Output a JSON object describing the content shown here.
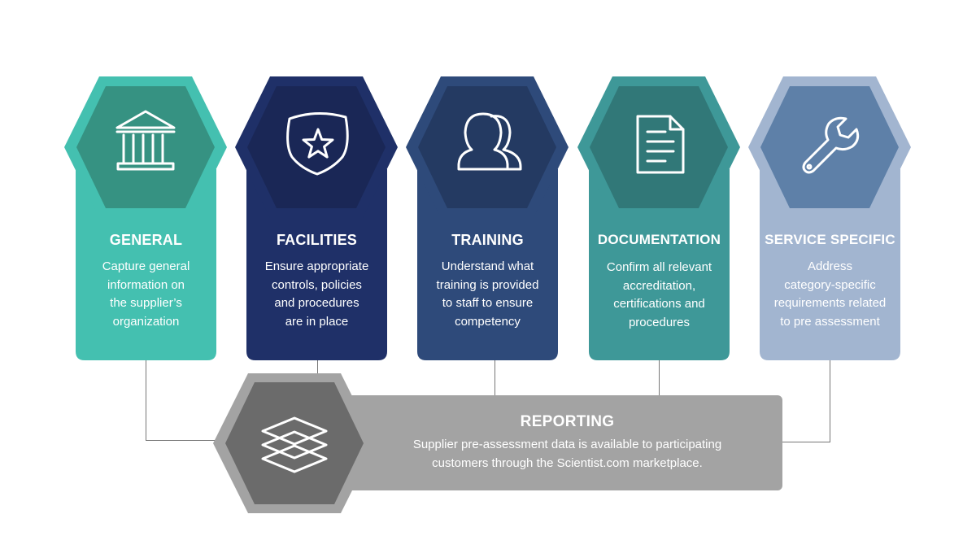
{
  "colors": {
    "general": {
      "outer": "#44c0b0",
      "inner": "#369282",
      "body": "#44c0b0"
    },
    "facilities": {
      "outer": "#1f3068",
      "inner": "#1a2756",
      "body": "#1f3068"
    },
    "training": {
      "outer": "#2e4a7a",
      "inner": "#243a62",
      "body": "#2e4a7a"
    },
    "documentation": {
      "outer": "#3e9898",
      "inner": "#317878",
      "body": "#3e9898"
    },
    "service": {
      "outer": "#a2b5d0",
      "inner": "#5e80a8",
      "body": "#a2b5d0"
    },
    "reporting": {
      "outer": "#a3a3a3",
      "inner": "#6b6b6b",
      "body": "#a3a3a3"
    },
    "connector": "#777777",
    "text": "#ffffff"
  },
  "cards": [
    {
      "key": "general",
      "title": "GENERAL",
      "icon": "bank-building-icon",
      "description": [
        "Capture general",
        "information on",
        "the supplier’s",
        "organization"
      ]
    },
    {
      "key": "facilities",
      "title": "FACILITIES",
      "icon": "star-shield-icon",
      "description": [
        "Ensure appropriate",
        "controls, policies",
        "and procedures",
        "are in place"
      ]
    },
    {
      "key": "training",
      "title": "TRAINING",
      "icon": "users-icon",
      "description": [
        "Understand what",
        "training is provided",
        "to staff to ensure",
        "competency"
      ]
    },
    {
      "key": "documentation",
      "title": "DOCUMENTATION",
      "icon": "document-icon",
      "description": [
        "Confirm all relevant",
        "accreditation,",
        "certifications and",
        "procedures"
      ]
    },
    {
      "key": "service",
      "title": "SERVICE SPECIFIC",
      "icon": "wrench-icon",
      "description": [
        "Address",
        "category-specific",
        "requirements related",
        "to pre assessment"
      ]
    }
  ],
  "reporting": {
    "title": "REPORTING",
    "icon": "layers-icon",
    "description": [
      "Supplier pre-assessment data is available to participating",
      "customers through the Scientist.com marketplace."
    ]
  }
}
